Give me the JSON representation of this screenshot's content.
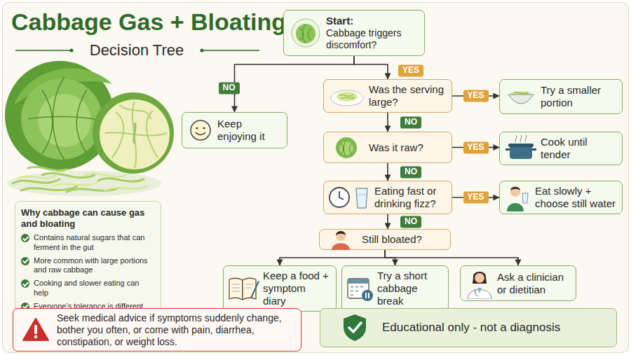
{
  "diagram": {
    "title": "Cabbage Gas + Bloating",
    "nodes": [
      {
        "text": [
          "Start:",
          "Cabbage triggers discomfort?"
        ]
      },
      {
        "text": [
          "Keep enjoying it"
        ]
      },
      {
        "text": [
          "Was the serving large?"
        ]
      },
      {
        "text": [
          "Try a smaller portion"
        ]
      },
      {
        "text": [
          "Was it raw?"
        ]
      },
      {
        "text": [
          "Cook until tender"
        ]
      },
      {
        "text": [
          "Eating fast or drinking fizz?"
        ]
      },
      {
        "text": [
          "Eat slowly + choose still water"
        ]
      },
      {
        "text": [
          "Still bloated?"
        ]
      },
      {
        "text": [
          "Keep a food + symptom diary"
        ]
      },
      {
        "text": [
          "Try a short cabbage break"
        ]
      },
      {
        "text": [
          "Ask a clinician or dietitian"
        ]
      },
      {
        "text": [
          "Why cabbage can cause gas and bloating",
          "Contains natural sugars that can ferment in the gut",
          "More common with large portions and raw cabbage",
          "Cooking and slower eating can help",
          "Everyone’s tolerance is different"
        ]
      },
      {
        "text": [
          "Seek medical advice if symptoms suddenly change, bother you often, or come with pain, diarrhea, constipation, or weight loss."
        ]
      },
      {
        "text": [
          "Educational only - not a diagnosis"
        ]
      }
    ],
    "edges": [
      {
        "from": 0,
        "to": 1,
        "label": "NO",
        "arrow": "to"
      },
      {
        "from": 0,
        "to": 2,
        "label": "YES",
        "arrow": "to"
      },
      {
        "from": 2,
        "to": 3,
        "label": "YES",
        "arrow": "to"
      },
      {
        "from": 2,
        "to": 4,
        "label": "NO",
        "arrow": "to"
      },
      {
        "from": 4,
        "to": 5,
        "label": "YES",
        "arrow": "to"
      },
      {
        "from": 4,
        "to": 6,
        "label": "NO",
        "arrow": "to"
      },
      {
        "from": 6,
        "to": 7,
        "label": "YES",
        "arrow": "to"
      },
      {
        "from": 6,
        "to": 8,
        "label": "NO",
        "arrow": "to"
      },
      {
        "from": 8,
        "to": 9,
        "arrow": "to"
      },
      {
        "from": 8,
        "to": 10,
        "arrow": "to"
      },
      {
        "from": 8,
        "to": 11,
        "arrow": "to"
      }
    ],
    "labels": [
      "Decision Tree"
    ]
  }
}
